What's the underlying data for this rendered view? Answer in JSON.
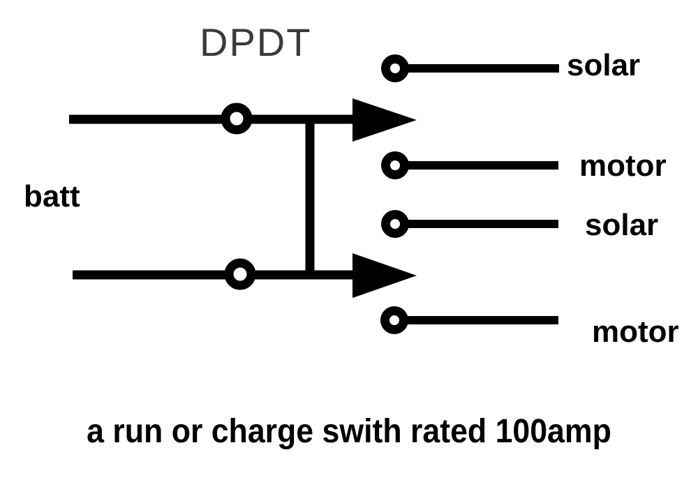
{
  "diagram": {
    "title": "DPDT",
    "source_label": "batt",
    "terminals": [
      {
        "label": "solar"
      },
      {
        "label": "motor"
      },
      {
        "label": "solar"
      },
      {
        "label": "motor"
      }
    ],
    "caption": "a run or charge swith rated 100amp",
    "colors": {
      "ink": "#000000",
      "title_ink": "#3a3a3a",
      "background": "#ffffff"
    }
  }
}
